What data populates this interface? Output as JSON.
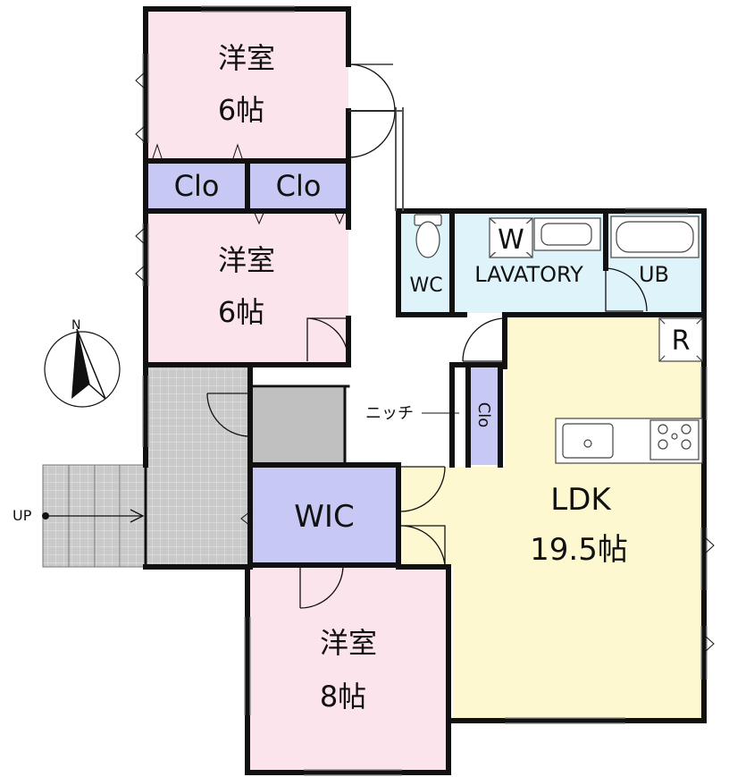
{
  "rooms": {
    "bedroom_top": {
      "name": "洋室",
      "size": "6帖",
      "color": "#fce4ec"
    },
    "bedroom_middle": {
      "name": "洋室",
      "size": "6帖",
      "color": "#fce4ec"
    },
    "bedroom_bottom": {
      "name": "洋室",
      "size": "8帖",
      "color": "#fce4ec"
    },
    "ldk": {
      "name": "LDK",
      "size": "19.5帖",
      "color": "#fdf8d0"
    },
    "closet_left": {
      "name": "Clo",
      "color": "#c8c8f5"
    },
    "closet_right": {
      "name": "Clo",
      "color": "#c8c8f5"
    },
    "closet_niche": {
      "name": "Clo",
      "color": "#c8c8f5"
    },
    "wic": {
      "name": "WIC",
      "color": "#c8c8f5"
    },
    "wc": {
      "name": "WC",
      "color": "#dff3fb"
    },
    "lavatory": {
      "name": "LAVATORY",
      "color": "#dff3fb"
    },
    "washer": {
      "name": "W"
    },
    "bath": {
      "name": "UB",
      "color": "#dff3fb"
    },
    "fridge": {
      "name": "R"
    },
    "entrance": {
      "color": "#c8c8c8"
    }
  },
  "labels": {
    "niche": "ニッチ",
    "stairs_up": "UP",
    "compass_north": "N"
  }
}
